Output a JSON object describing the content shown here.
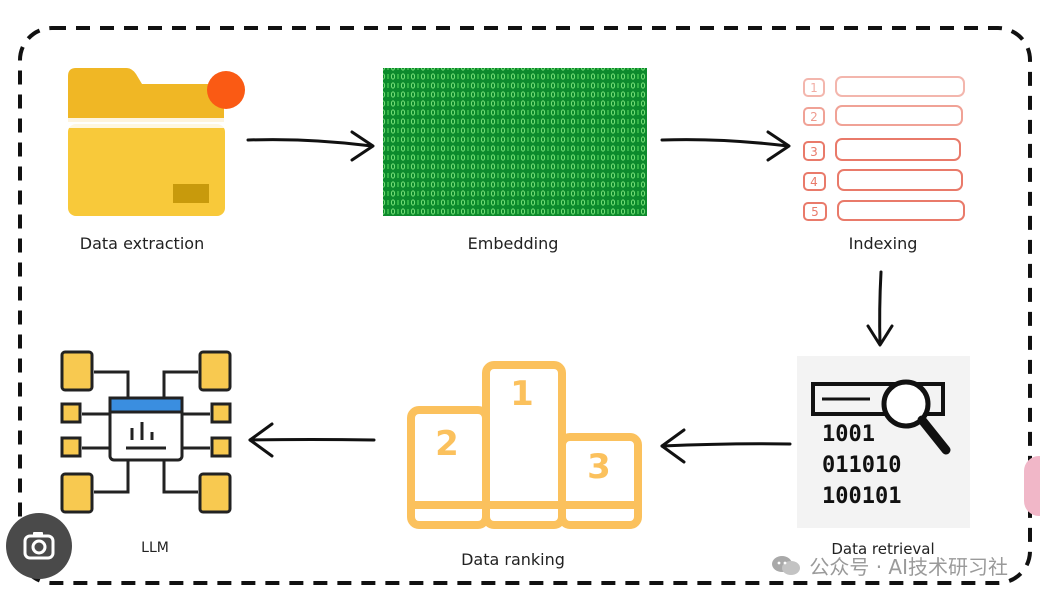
{
  "steps": [
    {
      "id": "data-extraction",
      "label": "Data extraction"
    },
    {
      "id": "embedding",
      "label": "Embedding"
    },
    {
      "id": "indexing",
      "label": "Indexing",
      "index_numbers": [
        "1",
        "2",
        "3",
        "4",
        "5"
      ]
    },
    {
      "id": "data-retrieval",
      "label": "Data retrieval",
      "binary_rows": [
        "1001",
        "011010",
        "100101"
      ]
    },
    {
      "id": "data-ranking",
      "label": "Data ranking",
      "podium_numbers": [
        "1",
        "2",
        "3"
      ]
    },
    {
      "id": "llm",
      "label": "LLM"
    }
  ],
  "watermark": {
    "text": "公众号 · AI技术研习社"
  },
  "colors": {
    "folder": "#f8c93a",
    "folder_dark": "#f0b725",
    "notification": "#fa5a14",
    "embedding_green": "#14a33a",
    "index_red": "#e97a6a",
    "podium": "#fbc15d",
    "llm_yellow": "#f8c950",
    "llm_blue": "#3a8ee0"
  },
  "icons": [
    "folder-icon",
    "binary-matrix-icon",
    "numbered-list-icon",
    "search-binary-icon",
    "podium-icon",
    "llm-network-icon",
    "image-lens-icon",
    "wechat-icon"
  ]
}
